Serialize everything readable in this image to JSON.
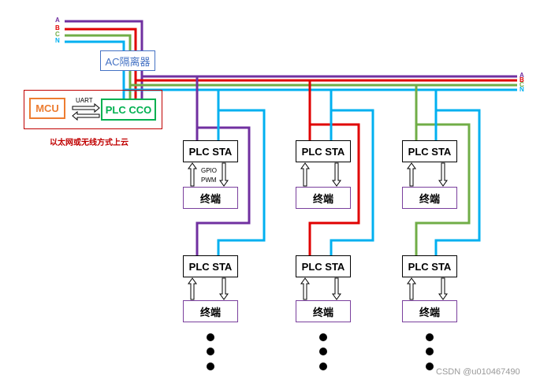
{
  "phase_labels": {
    "a": "A",
    "b": "B",
    "c": "C",
    "n": "N"
  },
  "colors": {
    "a": "#7030a0",
    "b": "#e00000",
    "c": "#70ad47",
    "n": "#00b0f0",
    "iso_border": "#4472c4",
    "mcu_border": "#ed7d31",
    "cco_border": "#00b050",
    "frame_border": "#c00000",
    "terminal_border": "#7030a0"
  },
  "ac_isolator": "AC隔离器",
  "mcu": "MCU",
  "uart": "UART",
  "plc_cco": "PLC CCO",
  "cloud_caption": "以太网或无线方式上云",
  "plc_sta": "PLC STA",
  "terminal": "终端",
  "gpio": "GPIO",
  "pwm": "PWM",
  "watermark": "CSDN @u010467490"
}
